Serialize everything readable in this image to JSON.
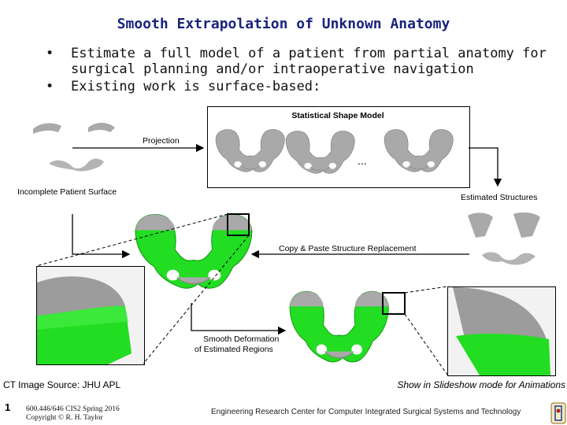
{
  "title": "Smooth Extrapolation of Unknown Anatomy",
  "bullets": [
    {
      "line1": "Estimate a full model of a patient from partial anatomy for",
      "line2": "surgical planning and/or intraoperative navigation"
    },
    {
      "line1": "Existing work is surface-based:",
      "line2": ""
    }
  ],
  "bullet_symbol": "•",
  "diagram": {
    "ssm_title": "Statistical Shape Model",
    "ellipsis": "...",
    "projection": "Projection",
    "incomplete_surface": "Incomplete Patient Surface",
    "estimated_structures": "Estimated Structures",
    "copy_paste": "Copy & Paste Structure Replacement",
    "smooth_deformation_line1": "Smooth Deformation",
    "smooth_deformation_line2": "of Estimated Regions"
  },
  "footer": {
    "ct_source": "CT Image Source: JHU APL",
    "slideshow_note": "Show in Slideshow mode for Animations",
    "page_number": "1",
    "course_line1": "600.446/646 CIS2 Spring 2016",
    "course_line2": "Copyright © R. H. Taylor",
    "erc": "Engineering Research Center for Computer Integrated Surgical Systems and Technology"
  },
  "colors": {
    "title": "#1a237e",
    "bone": "#a9a9a9",
    "bone_light": "#cfcfcf",
    "bone_green": "#22dd22",
    "arrow": "#000000"
  },
  "icons": [
    "pelvis-icon",
    "erc-logo-icon"
  ]
}
